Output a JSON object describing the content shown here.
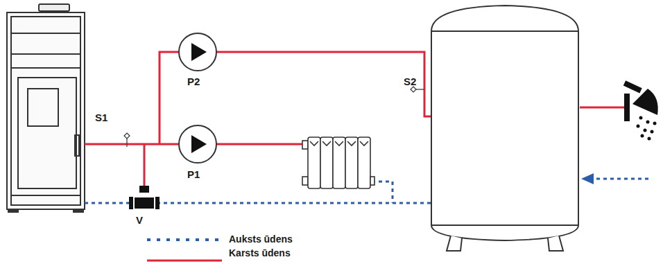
{
  "diagram": {
    "labels": [
      "S1",
      "P2",
      "P1",
      "S2",
      "V"
    ],
    "legend": [
      {
        "text": "Auksts ūdens"
      },
      {
        "text": "Karsts ūdens"
      }
    ]
  }
}
